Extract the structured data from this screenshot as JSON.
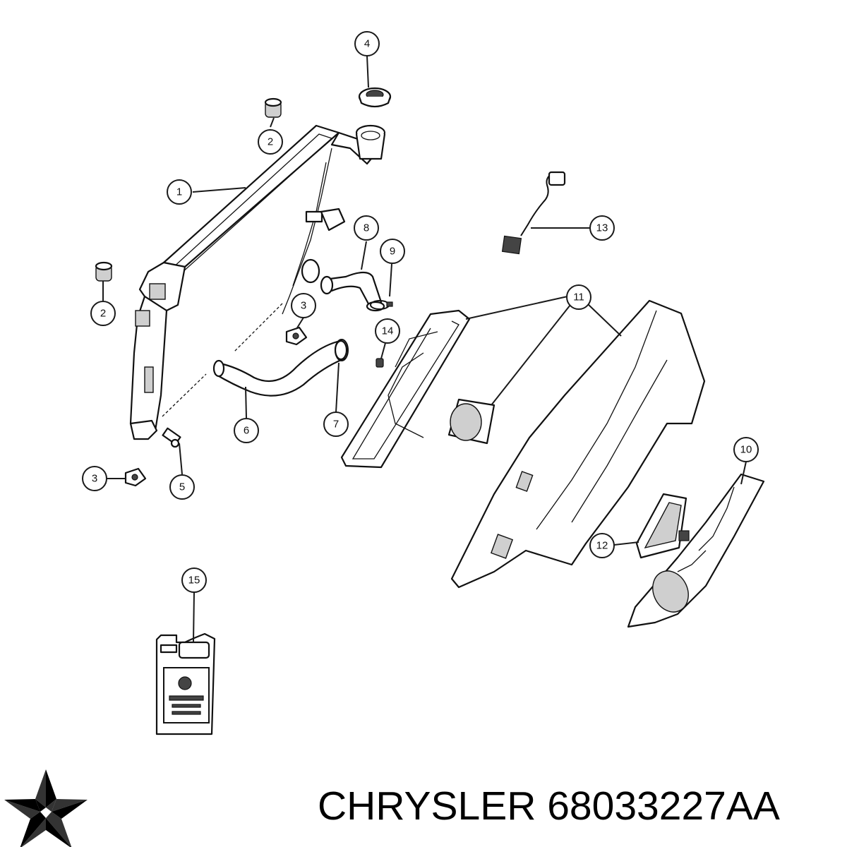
{
  "brand": {
    "name": "CHRYSLER",
    "part_number": "68033227AA",
    "logo": "chrysler-pentastar-logo"
  },
  "callouts": [
    {
      "id": "c4",
      "label": "4"
    },
    {
      "id": "c2a",
      "label": "2"
    },
    {
      "id": "c1",
      "label": "1"
    },
    {
      "id": "c8",
      "label": "8"
    },
    {
      "id": "c9",
      "label": "9"
    },
    {
      "id": "c13",
      "label": "13"
    },
    {
      "id": "c2b",
      "label": "2"
    },
    {
      "id": "c3a",
      "label": "3"
    },
    {
      "id": "c11",
      "label": "11"
    },
    {
      "id": "c14",
      "label": "14"
    },
    {
      "id": "c6",
      "label": "6"
    },
    {
      "id": "c7",
      "label": "7"
    },
    {
      "id": "c10",
      "label": "10"
    },
    {
      "id": "c3b",
      "label": "3"
    },
    {
      "id": "c5",
      "label": "5"
    },
    {
      "id": "c12",
      "label": "12"
    },
    {
      "id": "c15",
      "label": "15"
    }
  ]
}
